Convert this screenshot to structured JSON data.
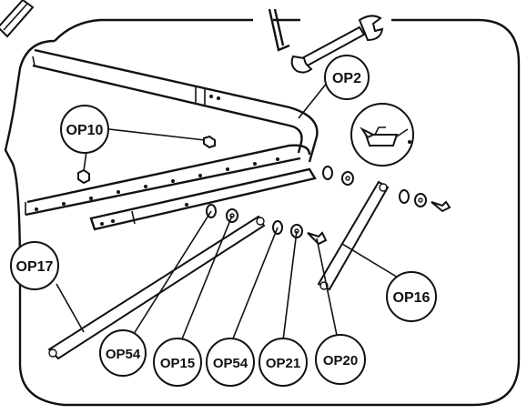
{
  "callouts": {
    "op2": "OP2",
    "op10": "OP10",
    "op17": "OP17",
    "op16": "OP16",
    "op54_left": "OP54",
    "op15": "OP15",
    "op54_right": "OP54",
    "op21": "OP21",
    "op20": "OP20"
  },
  "tools": [
    "allen-key",
    "wrench",
    "oil-can"
  ],
  "colors": {
    "line": "#111111",
    "background": "#ffffff"
  }
}
